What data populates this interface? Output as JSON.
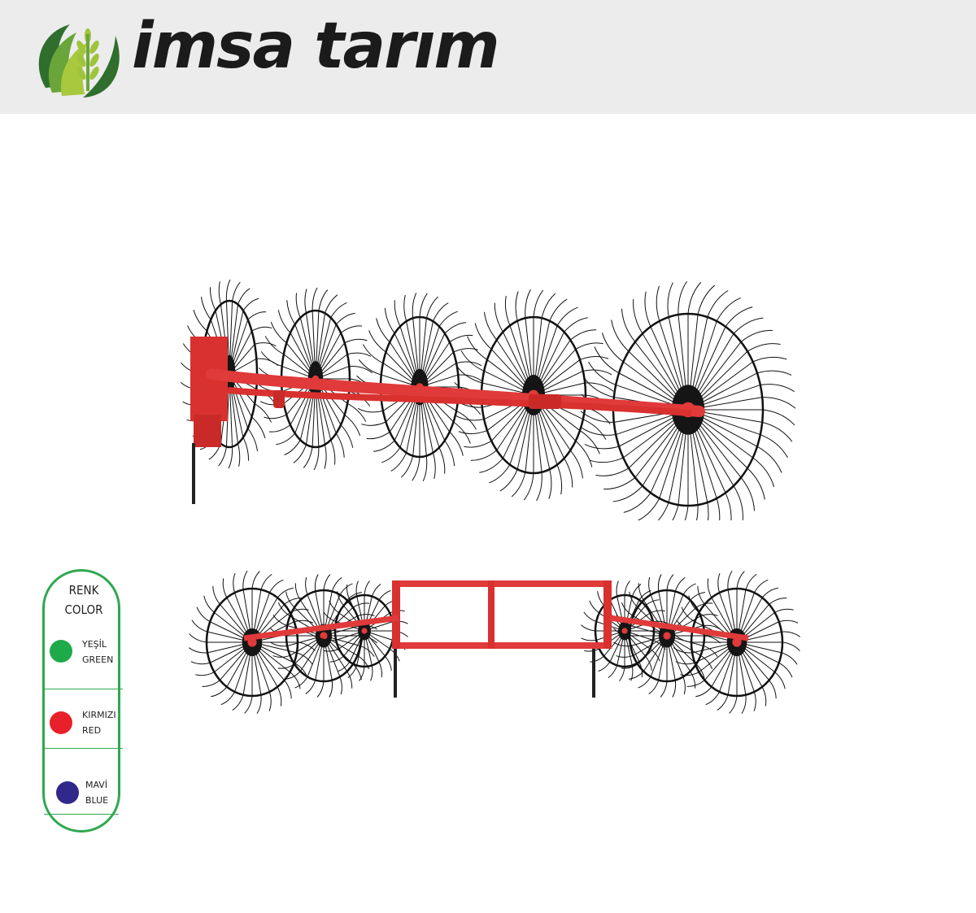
{
  "brand": {
    "name": "imsa tarım",
    "logo_icon": "wheat-swoosh-icon",
    "accent": "#2e8b3a"
  },
  "product": {
    "images": [
      "rake-side-view-image",
      "rake-front-view-image"
    ],
    "frame_color": "#e03a3a",
    "tine_color": "#111111"
  },
  "color_panel": {
    "title_tr": "RENK",
    "title_en": "COLOR",
    "options": [
      {
        "name_tr": "YEŞİL",
        "name_en": "GREEN",
        "swatch": "#1faa4a"
      },
      {
        "name_tr": "KIRMIZI",
        "name_en": "RED",
        "swatch": "#e8202a"
      },
      {
        "name_tr": "MAVİ",
        "name_en": "BLUE",
        "swatch": "#30288a"
      }
    ]
  }
}
